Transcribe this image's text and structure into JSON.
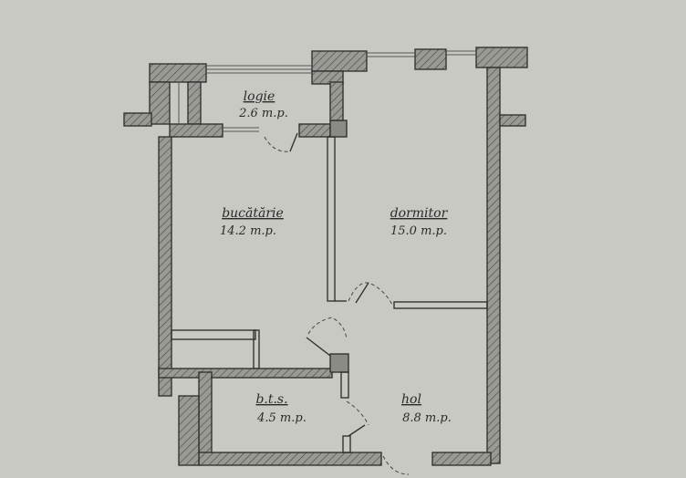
{
  "plan": {
    "rooms": [
      {
        "id": "logie",
        "name": "logie",
        "area": "2.6 m.p."
      },
      {
        "id": "bucatarie",
        "name": "bucătărie",
        "area": "14.2 m.p."
      },
      {
        "id": "dormitor",
        "name": "dormitor",
        "area": "15.0 m.p."
      },
      {
        "id": "bts",
        "name": "b.t.s.",
        "area": "4.5 m.p."
      },
      {
        "id": "hol",
        "name": "hol",
        "area": "8.8 m.p."
      }
    ]
  },
  "colors": {
    "paper": "#c9c9c4",
    "ink": "#333333",
    "wall_fill": "#8b8b86"
  }
}
